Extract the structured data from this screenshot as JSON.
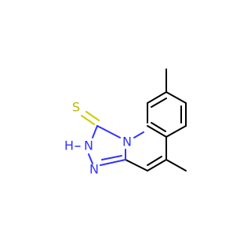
{
  "molecule": {
    "atoms": {
      "sulfur": "S",
      "n_triazole_top": "N",
      "nh_n": "N",
      "nh_h": "H",
      "n_triazole_bottom": "N"
    }
  },
  "colors": {
    "bond": "#000000",
    "nitrogen": "#3333ff",
    "sulfur": "#cccc00",
    "background": "#ffffff"
  }
}
